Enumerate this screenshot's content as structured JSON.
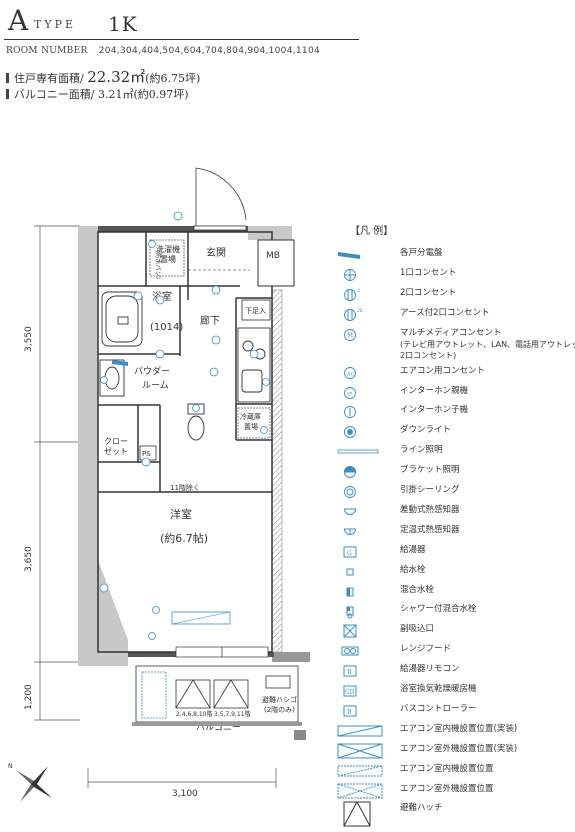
{
  "header": {
    "type_letter": "A",
    "type_word": "TYPE",
    "model": "1K"
  },
  "room_number": {
    "label": "ROOM NUMBER",
    "value": "204,304,404,504,604,704,804,904,1004,1104"
  },
  "areas": {
    "unit_label": "住戸専有面積/",
    "unit_value": "22.32㎡",
    "unit_tsubo": "(約6.75坪)",
    "balcony_label": "バルコニー面積/",
    "balcony_value": "3.21㎡",
    "balcony_tsubo": "(約0.97坪)"
  },
  "plan": {
    "dims": {
      "left_top": "3,550",
      "left_mid": "3,650",
      "left_bottom": "1,200",
      "bottom": "3,100"
    },
    "rooms": {
      "entrance": "玄関",
      "mb": "MB",
      "laundry_line1": "洗濯機",
      "laundry_line2": "置場",
      "laundry_side": "(防水パン)",
      "bath": "浴室",
      "bath_size": "(1014)",
      "hall": "廊下",
      "shoe": "下足入",
      "powder_line1": "パウダー",
      "powder_line2": "ルーム",
      "fridge_line1": "冷蔵庫",
      "fridge_line2": "置場",
      "closet_line1": "クロー",
      "closet_line2": "ゼット",
      "ps": "PS",
      "western": "洋室",
      "western_size": "(約6.7帖)",
      "note_11f": "11階除く",
      "balcony": "バルコニー",
      "ac_note1": "2,4,6,8,10階",
      "ac_note2": "3,5,7,9,11階",
      "escape_line1": "避難ハシゴ",
      "escape_line2": "(2階のみ)"
    }
  },
  "legend": {
    "title": "【凡 例】",
    "items": [
      {
        "sym": "panel",
        "label": "各戸分電盤"
      },
      {
        "sym": "outlet1",
        "label": "1口コンセント"
      },
      {
        "sym": "outlet2",
        "label": "2口コンセント"
      },
      {
        "sym": "outlet-earth",
        "label": "アース付2口コンセント"
      },
      {
        "sym": "multimedia",
        "label": "マルチメディアコンセント",
        "sub": "(テレビ用アウトレット、LAN、電話用アウトレット、",
        "sub2": "2口コンセント)"
      },
      {
        "sym": "ac-outlet",
        "label": "エアコン用コンセント"
      },
      {
        "sym": "intercom-main",
        "label": "インターホン親機"
      },
      {
        "sym": "intercom-sub",
        "label": "インターホン子機"
      },
      {
        "sym": "downlight",
        "label": "ダウンライト"
      },
      {
        "sym": "linelight",
        "label": "ライン照明"
      },
      {
        "sym": "bracket",
        "label": "ブラケット照明"
      },
      {
        "sym": "ceiling",
        "label": "引掛シーリング"
      },
      {
        "sym": "heat-diff",
        "label": "差動式熱感知器"
      },
      {
        "sym": "heat-fixed",
        "label": "定温式熱感知器"
      },
      {
        "sym": "heater",
        "label": "給湯器",
        "code": "G"
      },
      {
        "sym": "faucet",
        "label": "給水栓"
      },
      {
        "sym": "mixer",
        "label": "混合水栓"
      },
      {
        "sym": "shower-mixer",
        "label": "シャワー付混合水栓"
      },
      {
        "sym": "vent",
        "label": "副吸込口"
      },
      {
        "sym": "hood",
        "label": "レンジフード"
      },
      {
        "sym": "remote",
        "label": "給湯器リモコン",
        "code": "R"
      },
      {
        "sym": "bath-dryer",
        "label": "浴室換気乾燥暖房機",
        "code": "CD"
      },
      {
        "sym": "bath-ctrl",
        "label": "バスコントローラー",
        "code": "B"
      },
      {
        "sym": "ac-in-real",
        "label": "エアコン室内機設置位置(実装)"
      },
      {
        "sym": "ac-out-real",
        "label": "エアコン室外機設置位置(実装)"
      },
      {
        "sym": "ac-in",
        "label": "エアコン室内機設置位置"
      },
      {
        "sym": "ac-out",
        "label": "エアコン室外機設置位置"
      },
      {
        "sym": "hatch",
        "label": "避難ハッチ"
      }
    ]
  }
}
